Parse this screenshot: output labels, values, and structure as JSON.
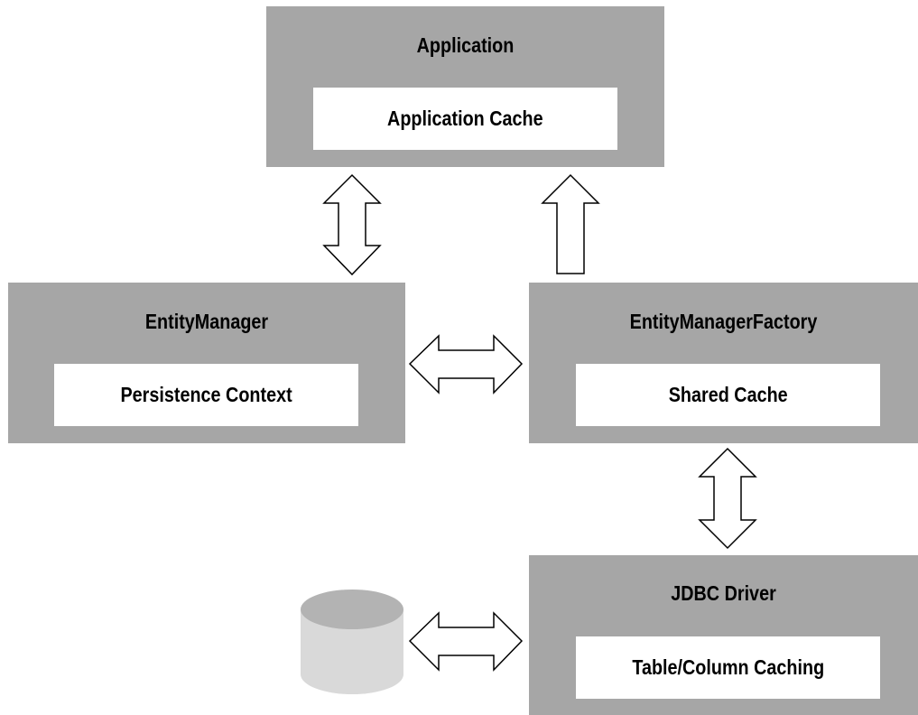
{
  "application": {
    "title": "Application",
    "inner_label": "Application Cache"
  },
  "entity_manager": {
    "title": "EntityManager",
    "inner_label": "Persistence Context"
  },
  "entity_manager_factory": {
    "title": "EntityManagerFactory",
    "inner_label": "Shared Cache"
  },
  "jdbc_driver": {
    "title": "JDBC Driver",
    "inner_label": "Table/Column Caching"
  },
  "colors": {
    "box_fill": "#a6a6a6",
    "inner_fill": "#ffffff",
    "database_fill": "#d9d9d9",
    "database_top": "#b3b3b3",
    "arrow_stroke": "#000000"
  }
}
